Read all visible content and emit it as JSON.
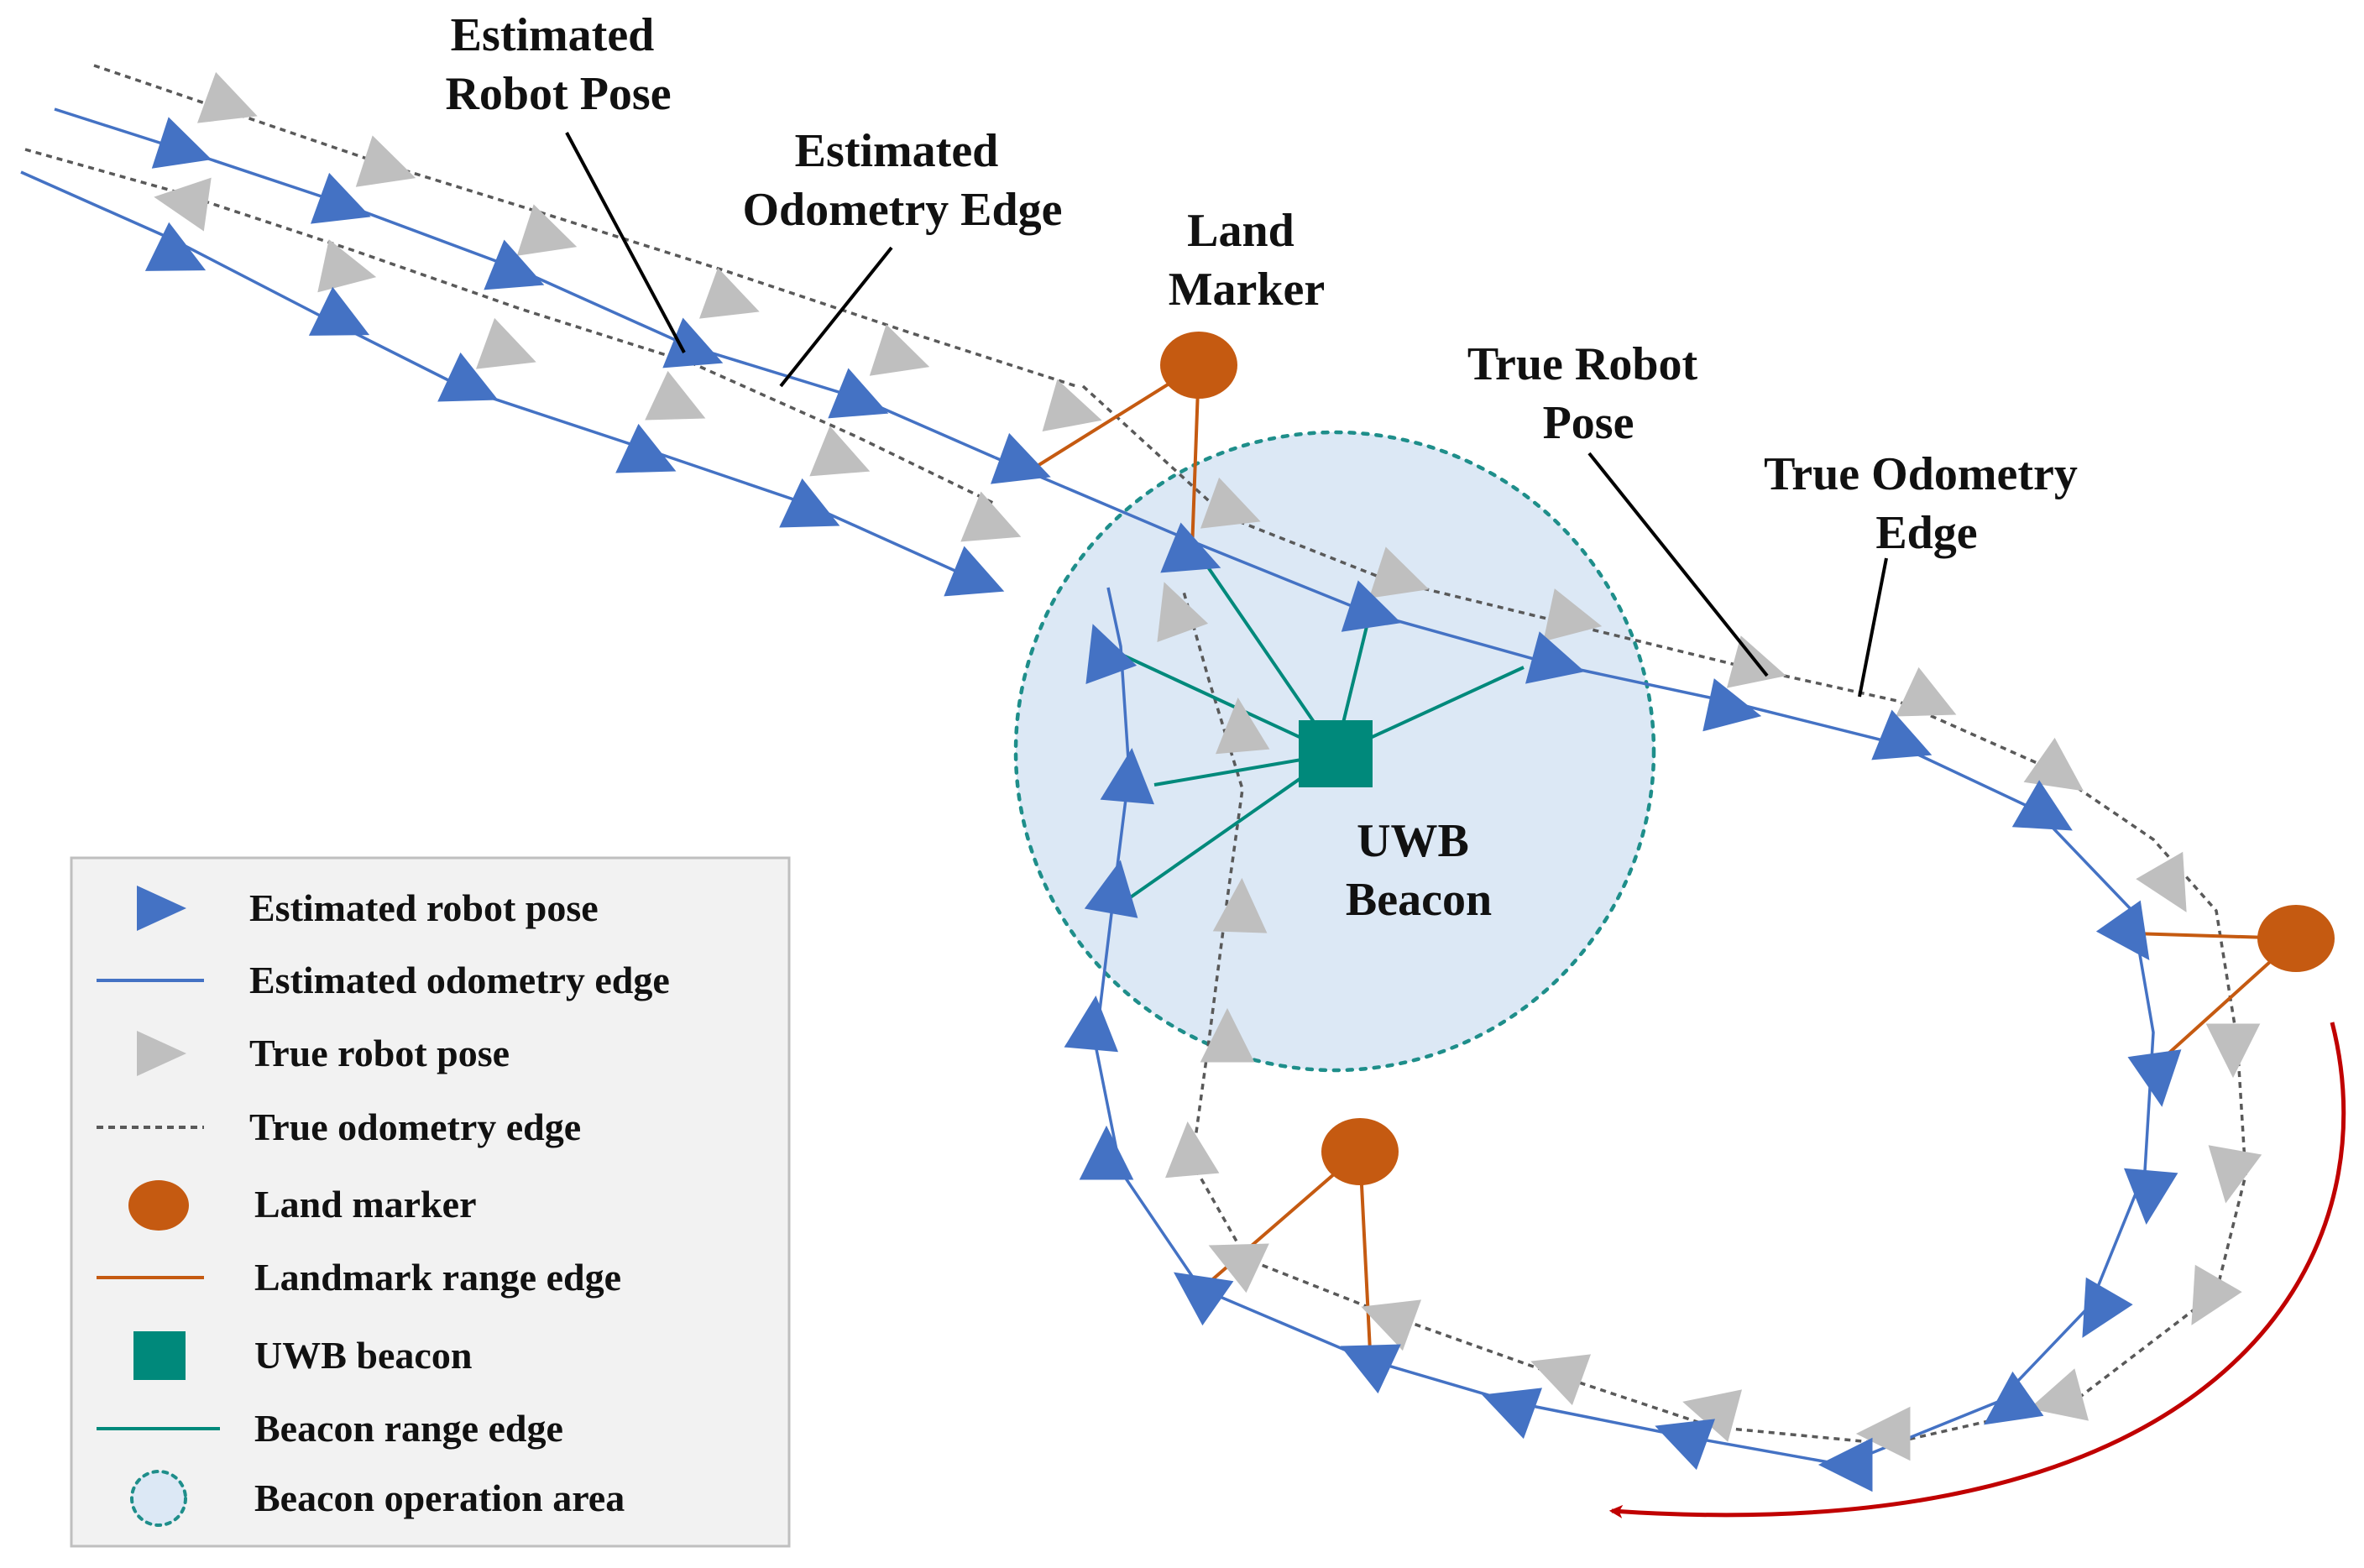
{
  "callouts": {
    "estimated_robot_pose": [
      "Estimated",
      "Robot Pose"
    ],
    "estimated_odometry_edge": [
      "Estimated",
      "Odometry Edge"
    ],
    "land_marker": [
      "Land",
      "Marker"
    ],
    "true_robot_pose": [
      "True Robot",
      "Pose"
    ],
    "true_odometry_edge": [
      "True Odometry",
      "Edge"
    ],
    "uwb_beacon": [
      "UWB",
      "Beacon"
    ]
  },
  "legend": {
    "items": [
      {
        "key": "estimated-robot-pose",
        "label": "Estimated robot pose"
      },
      {
        "key": "estimated-odometry-edge",
        "label": "Estimated odometry edge"
      },
      {
        "key": "true-robot-pose",
        "label": "True robot pose"
      },
      {
        "key": "true-odometry-edge",
        "label": "True odometry edge"
      },
      {
        "key": "land-marker",
        "label": "Land marker"
      },
      {
        "key": "landmark-range-edge",
        "label": "Landmark range edge"
      },
      {
        "key": "uwb-beacon",
        "label": "UWB beacon"
      },
      {
        "key": "beacon-range-edge",
        "label": "Beacon range edge"
      },
      {
        "key": "beacon-operation-area",
        "label": "Beacon operation area"
      }
    ]
  },
  "colors": {
    "estimated": "#4472C4",
    "true": "#BFBFBF",
    "true_edge": "#595959",
    "landmark": "#C55A11",
    "beacon": "#00897B",
    "beacon_area_fill": "#DCE8F5",
    "direction_arrow": "#C00000",
    "legend_bg": "#F2F2F2"
  }
}
